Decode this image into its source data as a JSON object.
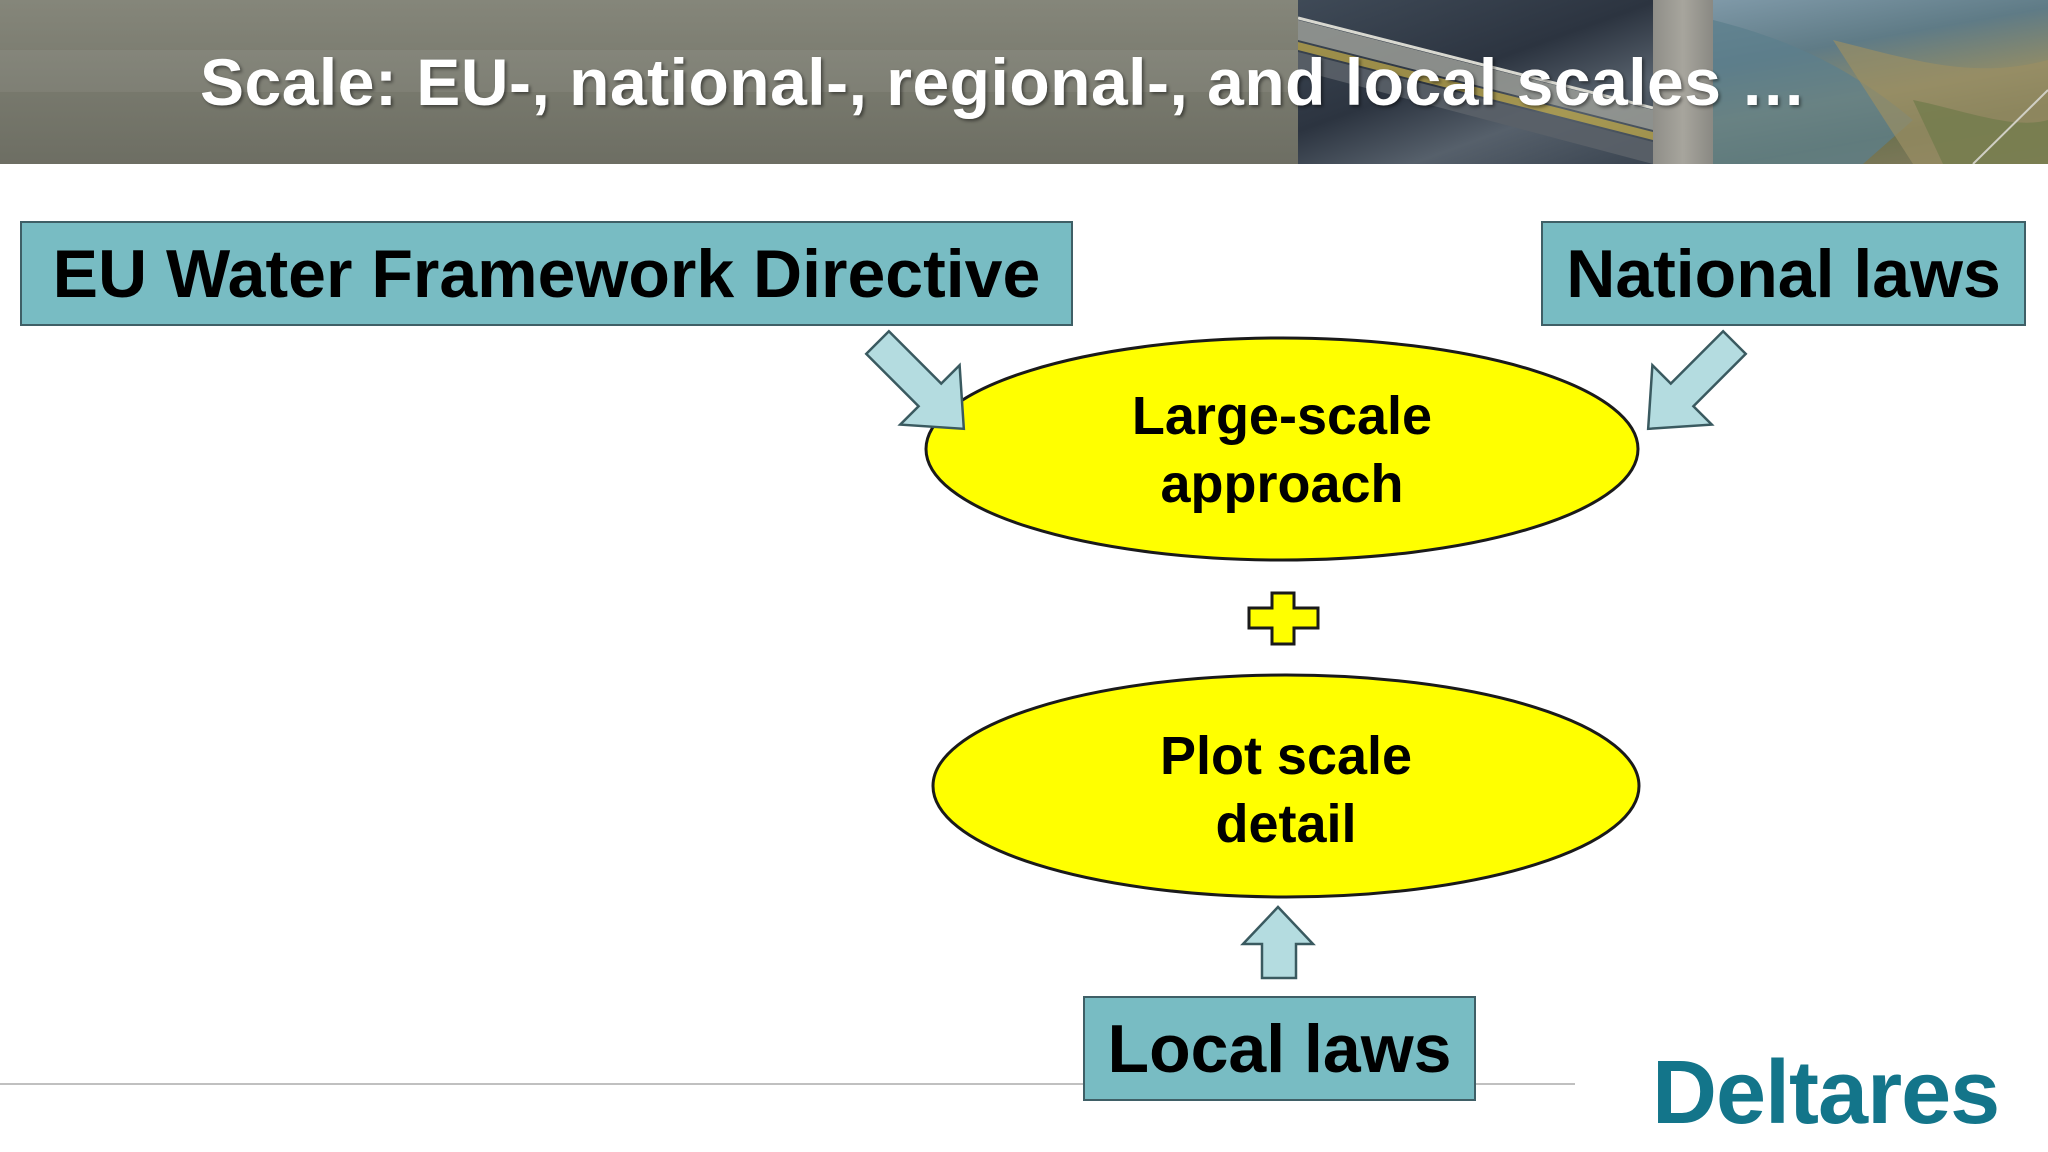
{
  "header": {
    "title": "Scale: EU-, national-, regional-, and local scales …"
  },
  "boxes": {
    "eu": "EU Water Framework Directive",
    "national": "National laws",
    "local": "Local laws"
  },
  "ellipses": {
    "large_scale": {
      "line1": "Large-scale",
      "line2": "approach"
    },
    "plot_scale": {
      "line1": "Plot scale",
      "line2": "detail"
    }
  },
  "logo": {
    "text": "Deltares",
    "color": "#13758a"
  },
  "colors": {
    "box_fill": "#78bcc3",
    "ellipse_fill": "#ffff00",
    "arrow_fill": "#b4dce0"
  }
}
